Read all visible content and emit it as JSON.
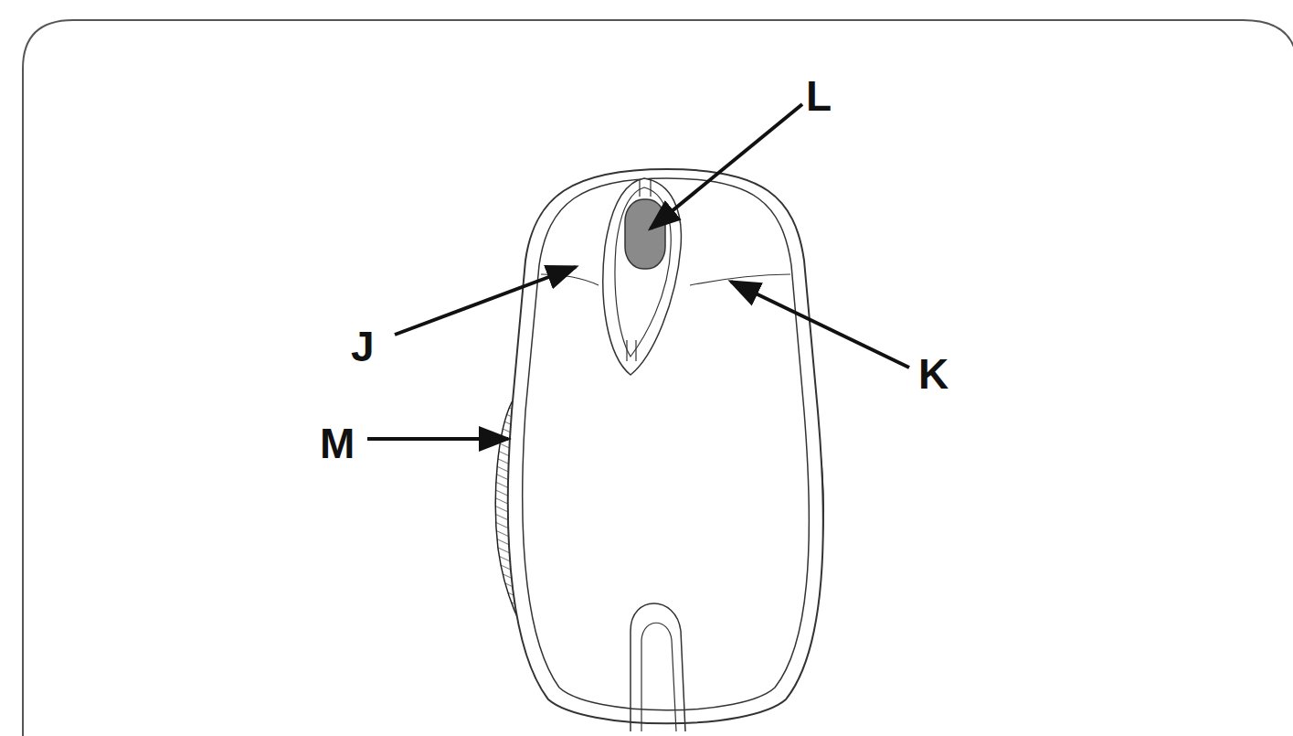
{
  "diagram": {
    "labels": [
      "L",
      "J",
      "K",
      "M"
    ]
  }
}
